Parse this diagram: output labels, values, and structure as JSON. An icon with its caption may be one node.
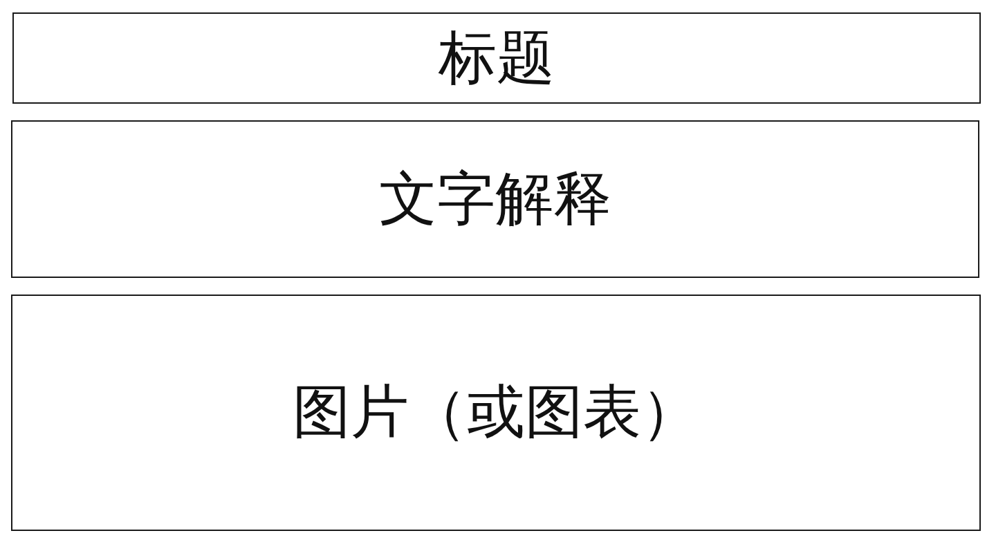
{
  "diagram": {
    "nodes": [
      {
        "text": [
          "标题"
        ]
      },
      {
        "text": [
          "文字解释"
        ]
      },
      {
        "text": [
          "图片（或图表）"
        ]
      }
    ]
  }
}
